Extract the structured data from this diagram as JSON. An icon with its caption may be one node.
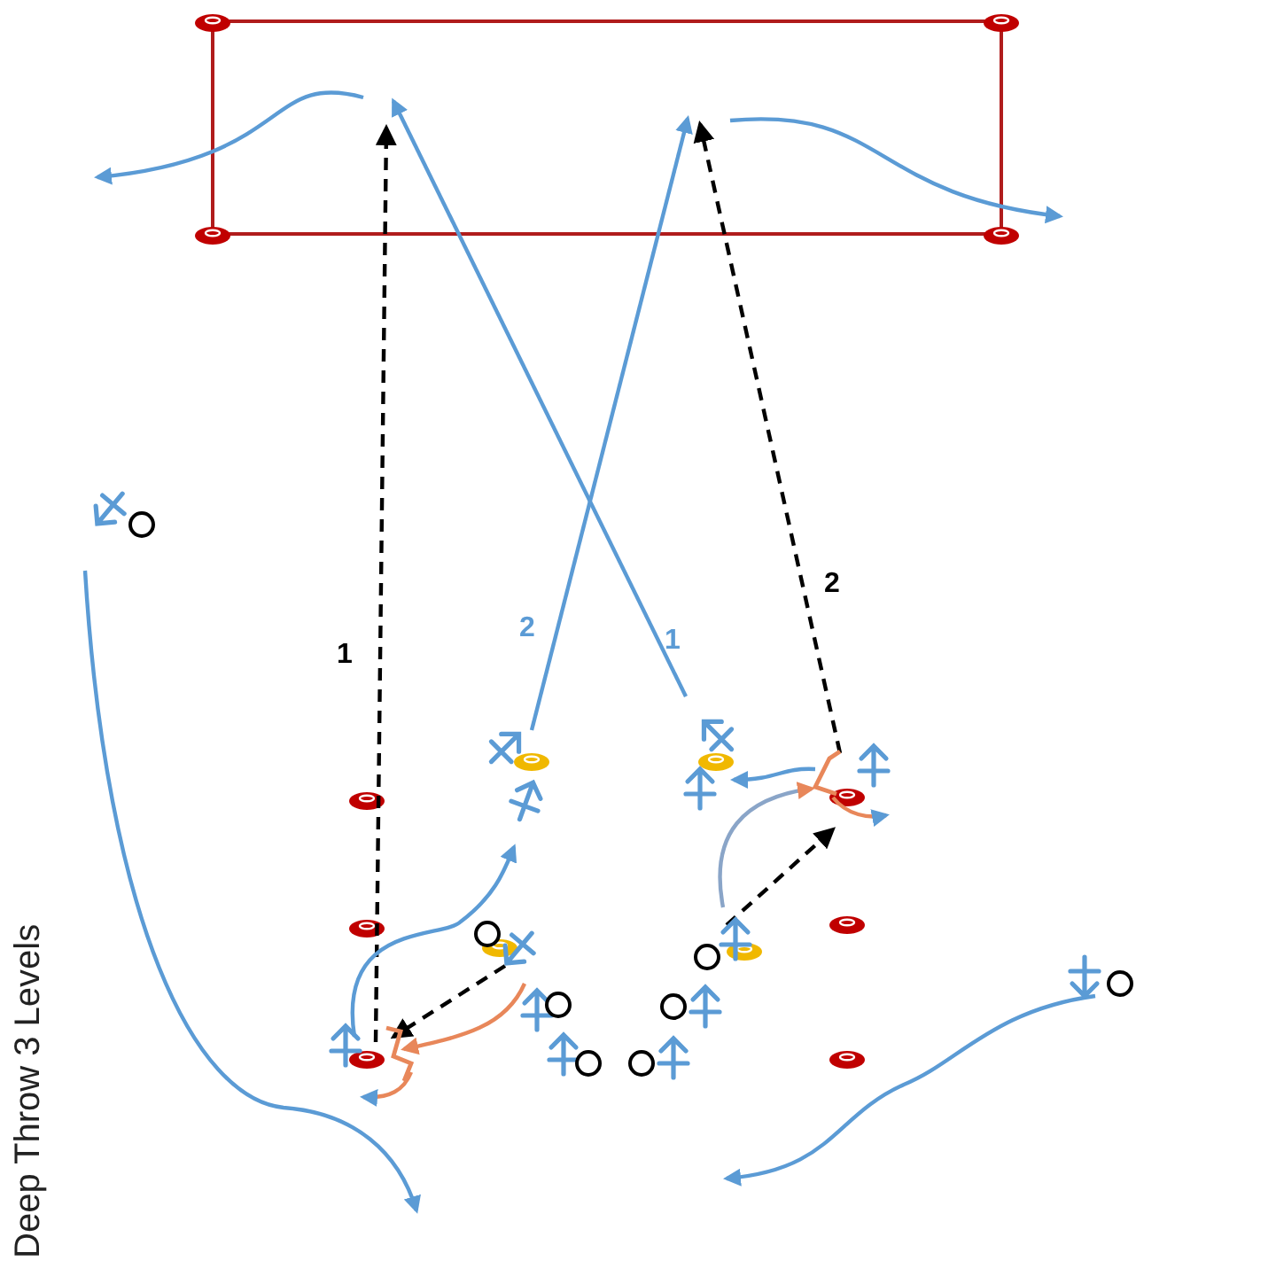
{
  "diagram": {
    "title": "Deep Throw 3 Levels",
    "labels": [
      "1",
      "2",
      "1",
      "2"
    ]
  }
}
